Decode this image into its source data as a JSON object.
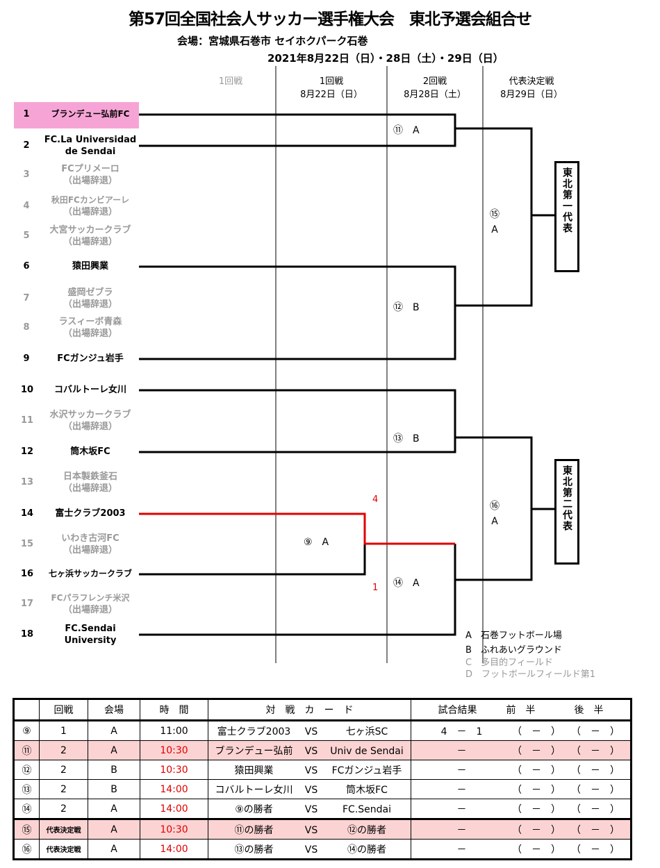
{
  "title": "第57回全国社会人サッカー選手権大会　東北予選会組合せ",
  "venue": "会場：宮城県石巻市 セイホクパーク石巻",
  "dates": "2021年8月22日（日）・28日（土）・29日（日）",
  "columns": [
    {
      "l1": "1回戦",
      "l2": ""
    },
    {
      "l1": "1回戦",
      "l2": "8月22日（日）"
    },
    {
      "l1": "2回戦",
      "l2": "8月28日（土）"
    },
    {
      "l1": "代表決定戦",
      "l2": "8月29日（日）"
    }
  ],
  "teams": [
    {
      "n": "1",
      "name": "ブランデュー弘前FC",
      "sub": ""
    },
    {
      "n": "2",
      "name": "FC.La Universidad",
      "sub": "de Sendai"
    },
    {
      "n": "3",
      "name": "FCプリメーロ",
      "sub": "（出場辞退）"
    },
    {
      "n": "4",
      "name": "秋田FCカンビアーレ",
      "sub": "（出場辞退）"
    },
    {
      "n": "5",
      "name": "大宮サッカークラブ",
      "sub": "（出場辞退）"
    },
    {
      "n": "6",
      "name": "猿田興業",
      "sub": ""
    },
    {
      "n": "7",
      "name": "盛岡ゼブラ",
      "sub": "（出場辞退）"
    },
    {
      "n": "8",
      "name": "ラスィーボ青森",
      "sub": "（出場辞退）"
    },
    {
      "n": "9",
      "name": "FCガンジュ岩手",
      "sub": ""
    },
    {
      "n": "10",
      "name": "コバルトーレ女川",
      "sub": ""
    },
    {
      "n": "11",
      "name": "水沢サッカークラブ",
      "sub": "（出場辞退）"
    },
    {
      "n": "12",
      "name": "筒木坂FC",
      "sub": ""
    },
    {
      "n": "13",
      "name": "日本製鉄釜石",
      "sub": "（出場辞退）"
    },
    {
      "n": "14",
      "name": "富士クラブ2003",
      "sub": ""
    },
    {
      "n": "15",
      "name": "いわき古河FC",
      "sub": "（出場辞退）"
    },
    {
      "n": "16",
      "name": "七ヶ浜サッカークラブ",
      "sub": ""
    },
    {
      "n": "17",
      "name": "FCパラフレンチ米沢",
      "sub": "（出場辞退）"
    },
    {
      "n": "18",
      "name": "FC.Sendai",
      "sub": "University"
    }
  ],
  "matches": {
    "m11": "⑪　A",
    "m12": "⑫　B",
    "m13": "⑬　B",
    "m14": "⑭　A",
    "m9": "⑨　A",
    "m15a": "⑮",
    "m15b": "A",
    "m16a": "⑯",
    "m16b": "A",
    "score_top": "4",
    "score_bottom": "1"
  },
  "rep1": "東北第一代表",
  "rep2": "東北第二代表",
  "legend": [
    "A　石巻フットボール場",
    "B　ふれあいグラウンド",
    "C　多目的フィールド",
    "D　フットボールフィールド第1"
  ],
  "table": {
    "headers": [
      "",
      "回戦",
      "会場",
      "時　間",
      "対　戦　カ　ー　ド",
      "試合結果　　　前　半　　　　後　半"
    ],
    "rows": [
      {
        "no": "⑨",
        "round": "1",
        "venue": "A",
        "time": "11:00",
        "home": "富士クラブ2003",
        "vs": "VS",
        "away": "七ヶ浜SC",
        "result": "4　－　1",
        "first": "（　－　）",
        "second": "（　－　）"
      },
      {
        "no": "⑪",
        "round": "2",
        "venue": "A",
        "time": "10:30",
        "home": "ブランデュー弘前",
        "vs": "VS",
        "away": "Univ de Sendai",
        "result": "－",
        "first": "（　－　）",
        "second": "（　－　）"
      },
      {
        "no": "⑫",
        "round": "2",
        "venue": "B",
        "time": "10:30",
        "home": "猿田興業",
        "vs": "VS",
        "away": "FCガンジュ岩手",
        "result": "－",
        "first": "（　－　）",
        "second": "（　－　）"
      },
      {
        "no": "⑬",
        "round": "2",
        "venue": "B",
        "time": "14:00",
        "home": "コバルトーレ女川",
        "vs": "VS",
        "away": "筒木坂FC",
        "result": "－",
        "first": "（　－　）",
        "second": "（　－　）"
      },
      {
        "no": "⑭",
        "round": "2",
        "venue": "A",
        "time": "14:00",
        "home": "⑨の勝者",
        "vs": "VS",
        "away": "FC.Sendai",
        "result": "－",
        "first": "（　－　）",
        "second": "（　－　）"
      },
      {
        "no": "⑮",
        "round": "代表決定戦",
        "venue": "A",
        "time": "10:30",
        "home": "⑪の勝者",
        "vs": "VS",
        "away": "⑫の勝者",
        "result": "－",
        "first": "（　－　）",
        "second": "（　－　）"
      },
      {
        "no": "⑯",
        "round": "代表決定戦",
        "venue": "A",
        "time": "14:00",
        "home": "⑬の勝者",
        "vs": "VS",
        "away": "⑭の勝者",
        "result": "－",
        "first": "（　－　）",
        "second": "（　－　）"
      }
    ]
  }
}
